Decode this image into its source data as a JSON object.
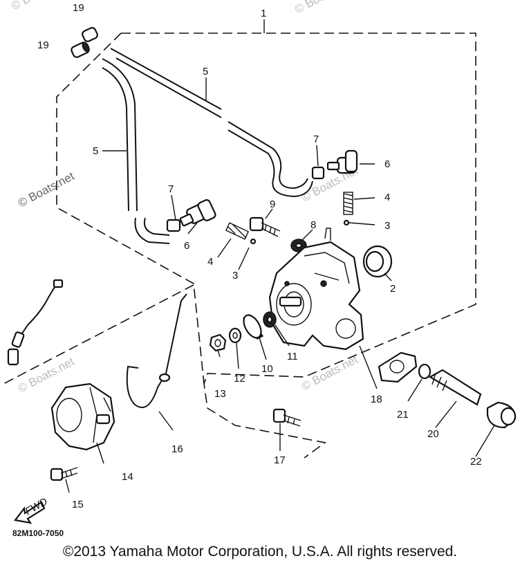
{
  "watermark": "© Boats.net",
  "diagram_code": "82M100-7050",
  "copyright": "©2013 Yamaha Motor Corporation, U.S.A. All rights reserved.",
  "fwd_label": "FWD",
  "callouts": {
    "c1": "1",
    "c2": "2",
    "c3a": "3",
    "c3b": "3",
    "c4a": "4",
    "c4b": "4",
    "c5a": "5",
    "c5b": "5",
    "c6a": "6",
    "c6b": "6",
    "c7a": "7",
    "c7b": "7",
    "c8": "8",
    "c9": "9",
    "c10": "10",
    "c11": "11",
    "c12": "12",
    "c13": "13",
    "c14": "14",
    "c15": "15",
    "c16": "16",
    "c17": "17",
    "c18": "18",
    "c19a": "19",
    "c19b": "19",
    "c20": "20",
    "c21": "21",
    "c22": "22"
  }
}
